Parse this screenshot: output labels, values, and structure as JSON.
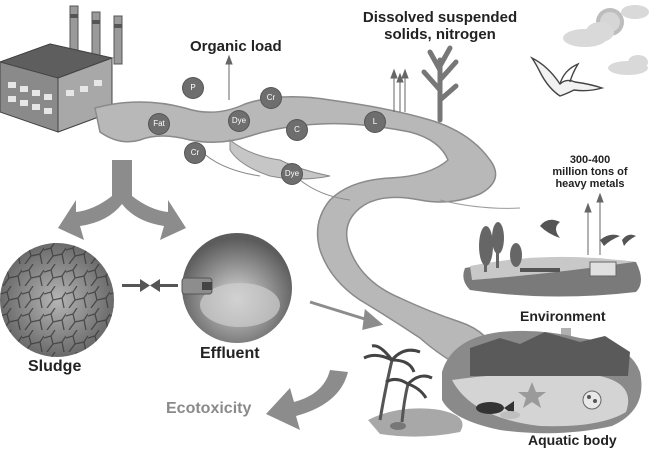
{
  "labels": {
    "organic_load": "Organic load",
    "dissolved": "Dissolved suspended\nsolids, nitrogen",
    "heavy_metals": "300-400\nmillion tons of\nheavy metals",
    "environment": "Environment",
    "sludge": "Sludge",
    "effluent": "Effluent",
    "ecotoxicity": "Ecotoxicity",
    "aquatic_body": "Aquatic body"
  },
  "badges": {
    "p": "P",
    "fat": "Fat",
    "dye1": "Dye",
    "cr1": "Cr",
    "c": "C",
    "l": "L",
    "cr2": "Cr",
    "dye2": "Dye"
  },
  "colors": {
    "river": "#b8b8b8",
    "river_edge": "#8a8a8a",
    "arrow": "#8c8c8c",
    "text": "#222222",
    "ecotoxicity_text": "#8a8a8a",
    "badge_fill": "#6e6e6e"
  }
}
